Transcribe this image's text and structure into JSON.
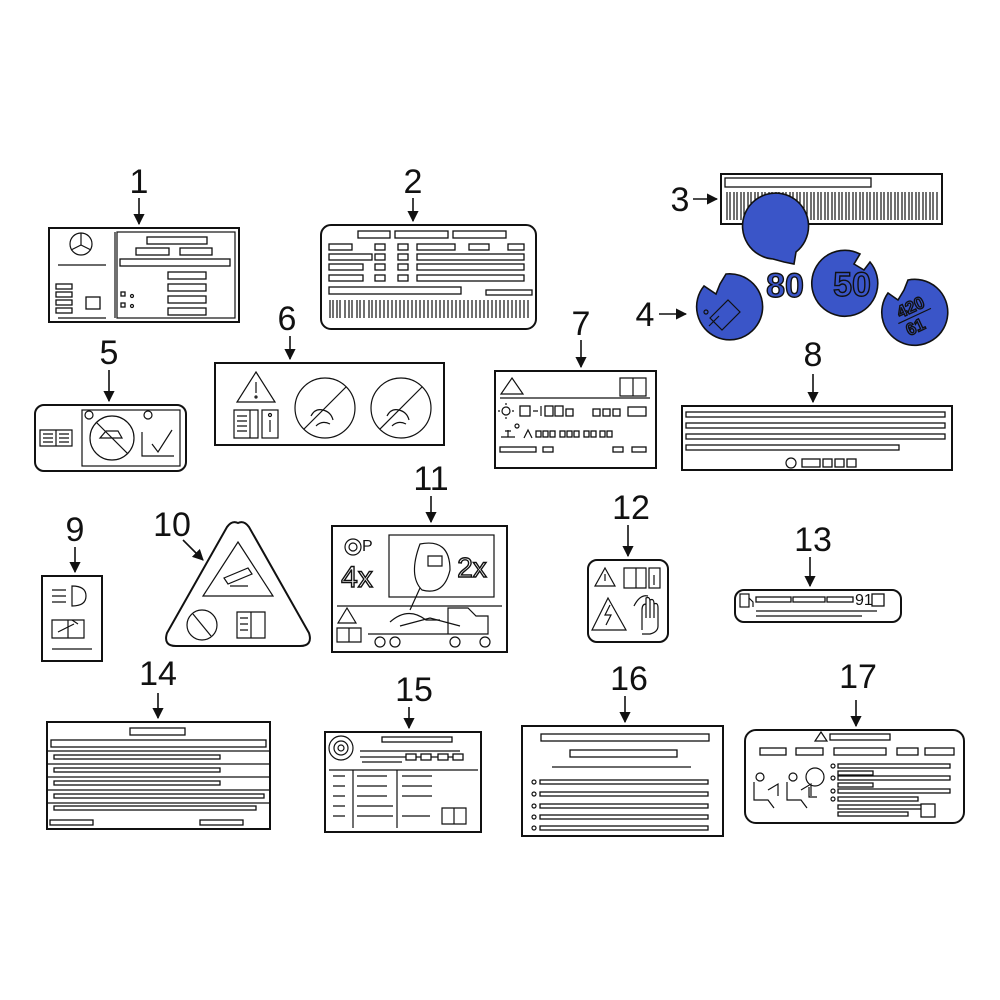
{
  "diagram": {
    "callouts": [
      "1",
      "2",
      "3",
      "4",
      "5",
      "6",
      "7",
      "8",
      "9",
      "10",
      "11",
      "12",
      "13",
      "14",
      "15",
      "16",
      "17"
    ],
    "speed_discs": [
      "80",
      "50"
    ],
    "tire_disc": {
      "top": "420",
      "bottom": "61"
    },
    "label11": {
      "left": "4x",
      "right": "2x"
    },
    "label13_text": "91"
  },
  "colors": {
    "accent_blue": "#3a55c8",
    "line": "#111111"
  },
  "icons": [
    "star-logo-icon",
    "warning-triangle-icon",
    "manual-book-icon",
    "info-icon",
    "no-symbol-icon",
    "hand-icon",
    "lightning-icon",
    "fuel-pump-icon",
    "headlamp-icon",
    "wrench-icon",
    "seat-person-icon",
    "tire-icon"
  ]
}
